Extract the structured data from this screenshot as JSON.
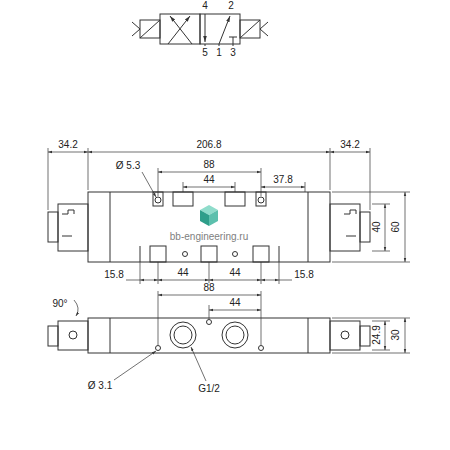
{
  "diagram": {
    "labels": [
      "4",
      "2",
      "5",
      "1",
      "3",
      "34.2",
      "206.8",
      "34.2",
      "Ø 5.3",
      "88",
      "44",
      "37.8",
      "40",
      "60",
      "15.8",
      "44",
      "44",
      "15.8",
      "bb-engineering.ru",
      "90°",
      "88",
      "44",
      "24.9",
      "30",
      "Ø 3.1",
      "G1/2"
    ]
  }
}
